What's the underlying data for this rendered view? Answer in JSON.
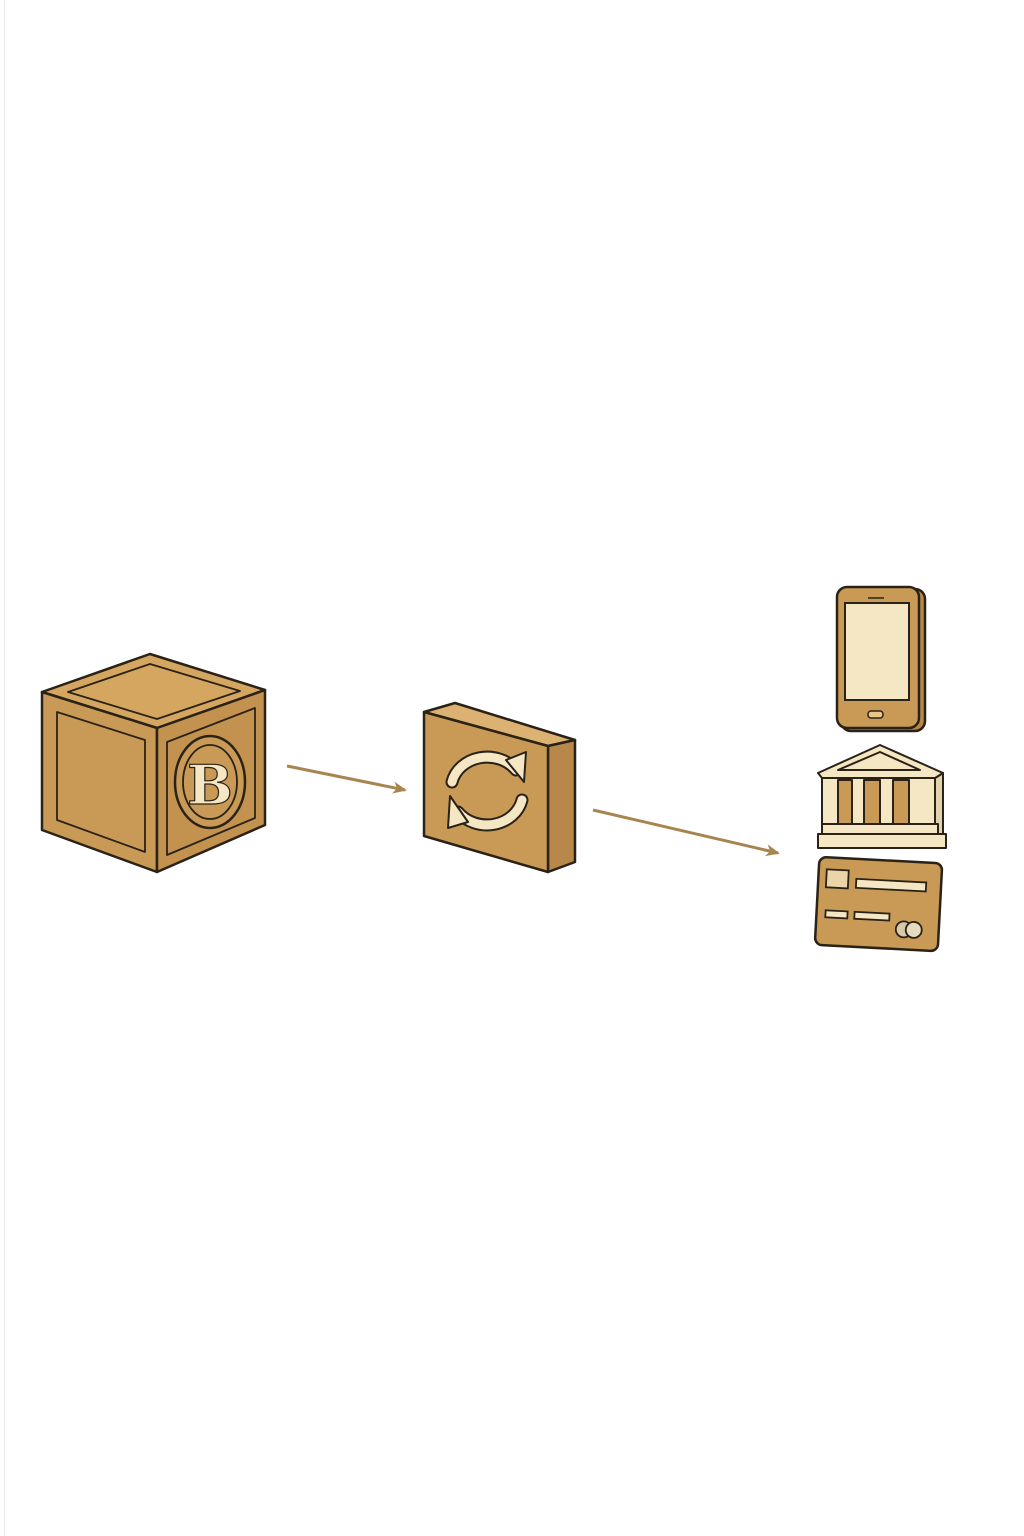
{
  "diagram": {
    "description_nodes": [
      {
        "id": "bitcoin-cube",
        "icon": "bitcoin-cube-icon",
        "symbol": "B"
      },
      {
        "id": "exchange",
        "icon": "sync-icon"
      },
      {
        "id": "destinations",
        "icons": [
          "smartphone-icon",
          "bank-icon",
          "credit-card-icon"
        ]
      }
    ],
    "edges": [
      [
        "bitcoin-cube",
        "exchange"
      ],
      [
        "exchange",
        "destinations"
      ]
    ]
  },
  "colors": {
    "gold": "#c99a55",
    "gold_light": "#d9ae6a",
    "gold_dark": "#b8884a",
    "cream": "#f5e6c4",
    "outline": "#2a2217",
    "arrow": "#a8844e"
  }
}
